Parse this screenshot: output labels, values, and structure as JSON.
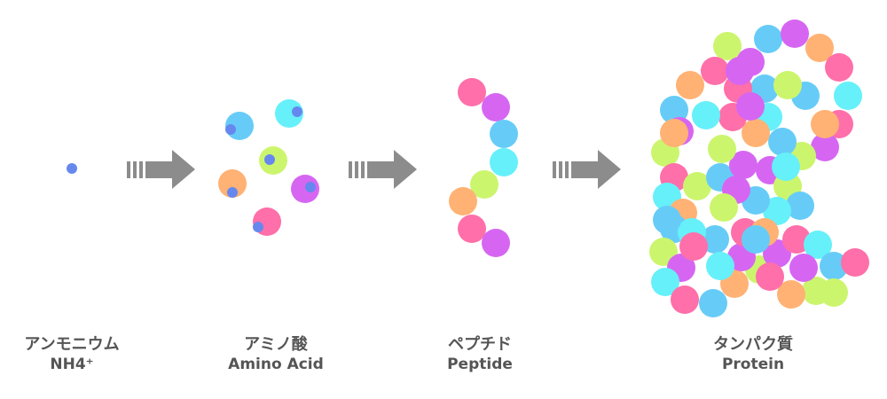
{
  "colors": {
    "background": "#ffffff",
    "arrow": "#8c8c8c",
    "text": "#555555",
    "nitrogen_dot": "#6688ee",
    "palette": {
      "pink": "#ff6fa9",
      "purple": "#d666f2",
      "blue": "#66ccf7",
      "cyan": "#66f0fa",
      "lime": "#ccf56e",
      "orange": "#ffb274"
    }
  },
  "stages": [
    {
      "id": "ammonium",
      "label_ja": "アンモニウム",
      "label_en": "NH4⁺"
    },
    {
      "id": "amino-acid",
      "label_ja": "アミノ酸",
      "label_en": "Amino Acid"
    },
    {
      "id": "peptide",
      "label_ja": "ペプチド",
      "label_en": "Peptide"
    },
    {
      "id": "protein",
      "label_ja": "タンパク質",
      "label_en": "Protein"
    }
  ],
  "amino_acid_colors": [
    "blue",
    "cyan",
    "lime",
    "orange",
    "purple",
    "pink"
  ],
  "peptide_chain_colors": [
    "pink",
    "purple",
    "blue",
    "cyan",
    "lime",
    "orange",
    "pink",
    "purple"
  ],
  "protein_bead_colors": [
    "blue",
    "purple",
    "orange",
    "pink",
    "cyan",
    "pink",
    "purple",
    "lime",
    "blue",
    "cyan",
    "blue",
    "purple",
    "lime",
    "pink",
    "orange",
    "blue",
    "purple",
    "lime",
    "pink",
    "cyan",
    "orange",
    "blue",
    "lime",
    "purple",
    "cyan",
    "pink",
    "blue",
    "orange",
    "lime",
    "purple",
    "pink",
    "cyan",
    "blue",
    "lime",
    "orange",
    "pink",
    "purple",
    "blue",
    "cyan",
    "lime"
  ]
}
